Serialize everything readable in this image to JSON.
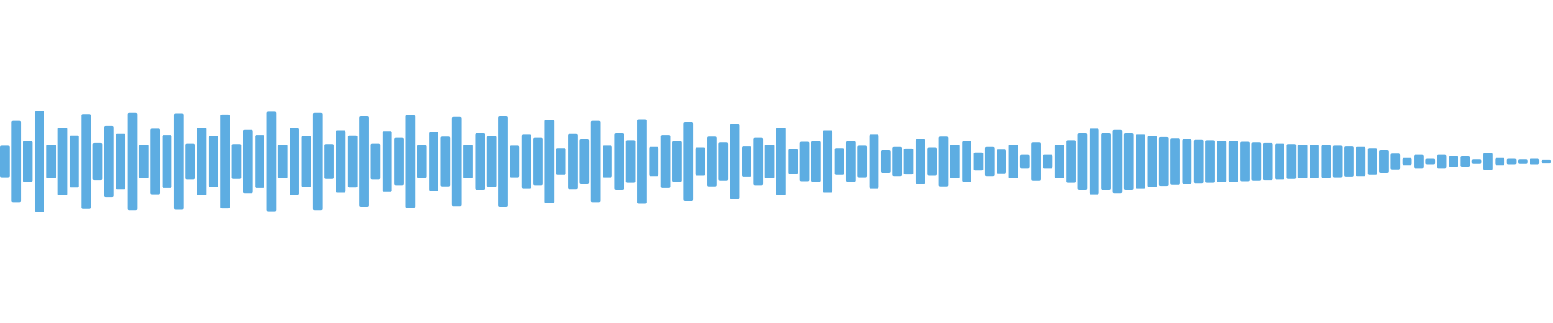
{
  "waveform": {
    "color": "#5DADE2",
    "background": "#FFFFFF",
    "amplitudes": [
      0.28,
      0.72,
      0.36,
      0.9,
      0.3,
      0.6,
      0.46,
      0.84,
      0.33,
      0.63,
      0.49,
      0.86,
      0.3,
      0.58,
      0.47,
      0.85,
      0.32,
      0.6,
      0.45,
      0.83,
      0.31,
      0.56,
      0.47,
      0.88,
      0.3,
      0.59,
      0.45,
      0.86,
      0.31,
      0.55,
      0.46,
      0.8,
      0.32,
      0.54,
      0.42,
      0.82,
      0.29,
      0.52,
      0.44,
      0.79,
      0.3,
      0.5,
      0.45,
      0.8,
      0.28,
      0.48,
      0.42,
      0.74,
      0.24,
      0.49,
      0.4,
      0.72,
      0.28,
      0.5,
      0.38,
      0.75,
      0.26,
      0.47,
      0.36,
      0.7,
      0.25,
      0.44,
      0.34,
      0.66,
      0.27,
      0.42,
      0.3,
      0.6,
      0.22,
      0.35,
      0.36,
      0.55,
      0.24,
      0.36,
      0.28,
      0.48,
      0.2,
      0.26,
      0.23,
      0.4,
      0.25,
      0.44,
      0.3,
      0.36,
      0.16,
      0.26,
      0.21,
      0.3,
      0.12,
      0.34,
      0.12,
      0.3,
      0.38,
      0.5,
      0.58,
      0.5,
      0.56,
      0.5,
      0.48,
      0.45,
      0.43,
      0.41,
      0.4,
      0.39,
      0.38,
      0.37,
      0.36,
      0.35,
      0.34,
      0.33,
      0.32,
      0.31,
      0.3,
      0.3,
      0.29,
      0.28,
      0.27,
      0.26,
      0.24,
      0.2,
      0.14,
      0.06,
      0.12,
      0.05,
      0.12,
      0.1,
      0.1,
      0.04,
      0.15,
      0.06,
      0.05,
      0.04,
      0.05,
      0.03
    ]
  }
}
